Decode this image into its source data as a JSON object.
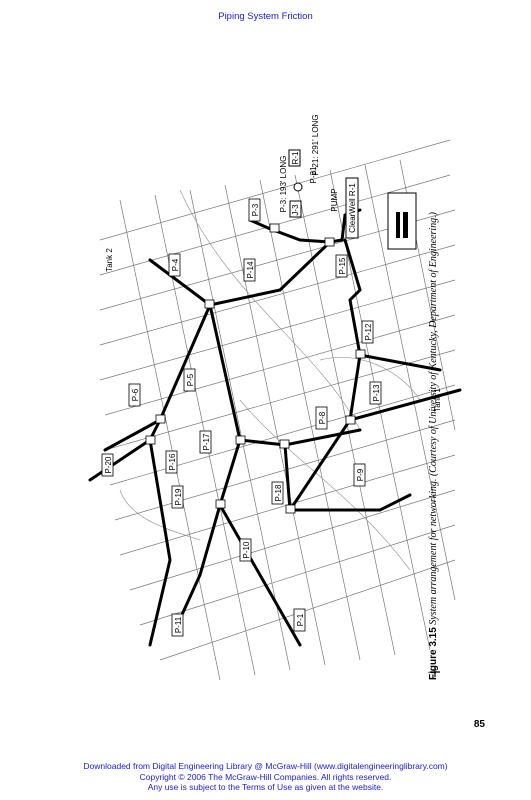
{
  "header": {
    "title": "Piping System Friction"
  },
  "figure": {
    "pipe_labels": [
      "P-1",
      "P-3",
      "P-4",
      "P-5",
      "P-6",
      "P-8",
      "P-9",
      "P-10",
      "P-11",
      "P-12",
      "P-13",
      "P-14",
      "P-15",
      "P-16",
      "P-17",
      "P-18",
      "P-19",
      "P-20",
      "P-21"
    ],
    "tank_labels": [
      "Tank 2",
      "Tank 1"
    ],
    "callouts": {
      "p3": "P-3: 193' LONG",
      "p21": "P-21: 291' LONG",
      "pump": "PUMP",
      "reservoir": "R-1",
      "clearwell": "ClearWell R-1",
      "junction": "J-3"
    }
  },
  "caption": {
    "number": "Figure 3.15",
    "text": "System arrangement for networking. (Courtesy of University of Kentucky, Department of Engineering.)"
  },
  "page": {
    "number": "85"
  },
  "footer": {
    "line1": "Downloaded from Digital Engineering Library @ McGraw-Hill (www.digitalengineeringlibrary.com)",
    "line2": "Copyright © 2006 The McGraw-Hill Companies. All rights reserved.",
    "line3": "Any use is subject to the Terms of Use as given at the website."
  }
}
